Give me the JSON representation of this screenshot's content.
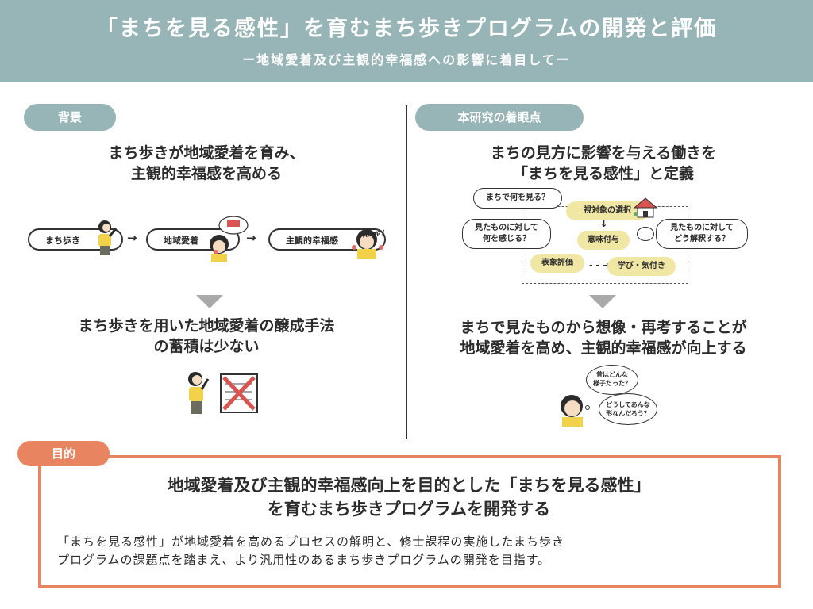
{
  "header": {
    "title": "「まちを見る感性」を育むまち歩きプログラムの開発と評価",
    "subtitle": "ー地域愛着及び主観的幸福感への影響に着目してー"
  },
  "background": {
    "label": "背景",
    "heading_line1": "まち歩きが地域愛着を育み、",
    "heading_line2": "主観的幸福感を高める",
    "flow": [
      "まち歩き",
      "地域愛着",
      "主観的幸福感"
    ],
    "happy_text": "Happy",
    "conclusion_line1": "まち歩きを用いた地域愛着の醸成手法",
    "conclusion_line2": "の蓄積は少ない"
  },
  "focus": {
    "label": "本研究の着眼点",
    "heading_line1": "まちの見方に影響を与える働きを",
    "heading_line2": "「まちを見る感性」と定義",
    "diagram": {
      "q1": "まちで何を見る？",
      "q2_line1": "見たものに対して",
      "q2_line2": "何を感じる？",
      "q3_line1": "見たものに対して",
      "q3_line2": "どう解釈する？",
      "node_select": "視対象の選択",
      "node_meaning": "意味付与",
      "node_eval": "表象評価",
      "node_learn": "学び・気付き"
    },
    "conclusion_line1": "まちで見たものから想像・再考することが",
    "conclusion_line2": "地域愛着を高め、主観的幸福感が向上する",
    "think1_line1": "昔はどんな",
    "think1_line2": "様子だった？",
    "think2_line1": "どうしてあんな",
    "think2_line2": "形なんだろう？"
  },
  "purpose": {
    "label": "目的",
    "heading_line1": "地域愛着及び主観的幸福感向上を目的とした「まちを見る感性」",
    "heading_line2": "を育むまち歩きプログラムを開発する",
    "body_line1": "「まちを見る感性」が地域愛着を高めるプロセスの解明と、修士課程の実施したまち歩き",
    "body_line2": "プログラムの課題点を踏まえ、より汎用性のあるまち歩きプログラムの開発を目指す。"
  },
  "colors": {
    "header_bg": "#97b5b7",
    "purpose_accent": "#e8845f",
    "node_yellow": "#f1e7a5"
  }
}
